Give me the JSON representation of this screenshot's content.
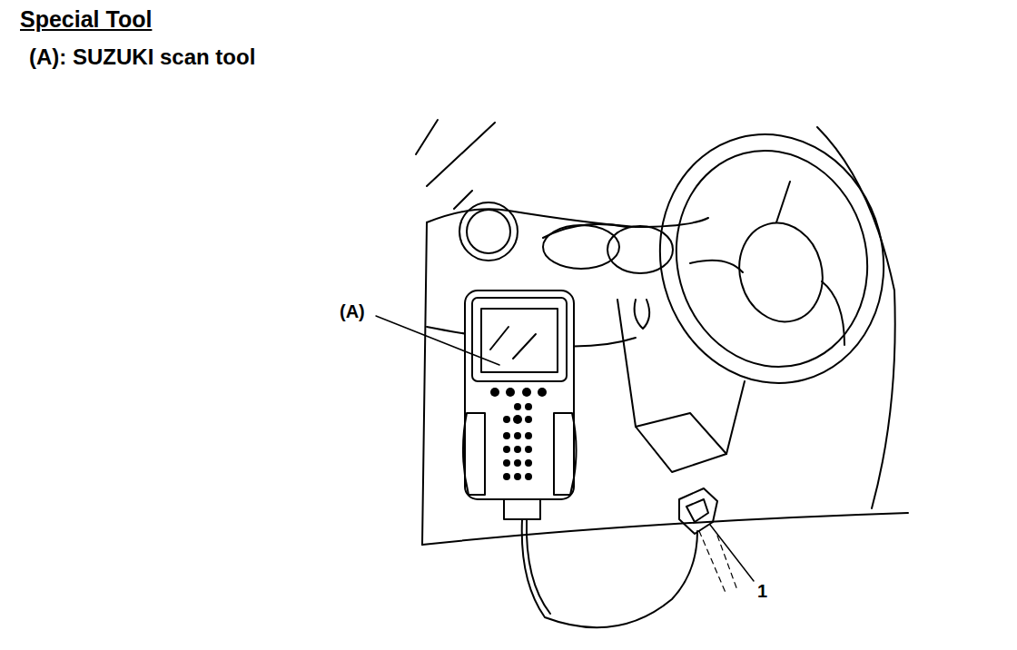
{
  "diagram": {
    "title": "Special Tool",
    "labels": [
      "(A): SUZUKI scan tool",
      "(A)",
      "1"
    ]
  }
}
